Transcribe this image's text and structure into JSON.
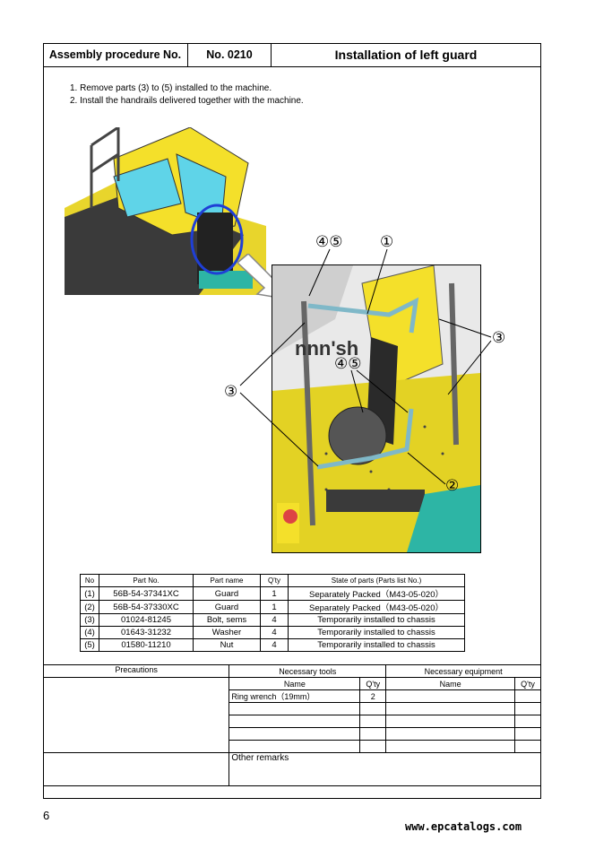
{
  "header": {
    "procedure_label": "Assembly procedure No.",
    "number": "No. 0210",
    "title": "Installation of left guard"
  },
  "steps": [
    "1. Remove parts (3) to (5) installed to the machine.",
    "2. Install the handrails delivered together with the machine."
  ],
  "callouts": {
    "c45_top": "④⑤",
    "c1": "①",
    "c3_left": "③",
    "c3_right": "③",
    "c45_mid": "④⑤",
    "c2": "②"
  },
  "illustration_text": "nnn'sh",
  "parts_table": {
    "headers": [
      "No",
      "Part No.",
      "Part name",
      "Q'ty",
      "State of parts (Parts list No.)"
    ],
    "rows": [
      [
        "(1)",
        "56B-54-37341XC",
        "Guard",
        "1",
        "Separately Packed（M43-05-020）"
      ],
      [
        "(2)",
        "56B-54-37330XC",
        "Guard",
        "1",
        "Separately Packed（M43-05-020）"
      ],
      [
        "(3)",
        "01024-81245",
        "Bolt, sems",
        "4",
        "Temporarily  installed to chassis"
      ],
      [
        "(4)",
        "01643-31232",
        "Washer",
        "4",
        "Temporarily  installed to chassis"
      ],
      [
        "(5)",
        "01580-11210",
        "Nut",
        "4",
        "Temporarily  installed to chassis"
      ]
    ]
  },
  "bottom": {
    "precautions": "Precautions",
    "tools": "Necessary tools",
    "equipment": "Necessary equipment",
    "name": "Name",
    "qty": "Q'ty",
    "tool_row_name": "Ring wrench（19mm）",
    "tool_row_qty": "2",
    "other_remarks": "Other remarks"
  },
  "page_number": "6",
  "watermark": "www.epcatalogs.com",
  "colors": {
    "machine_yellow": "#f4e02a",
    "guard_blue": "#7fb8c8",
    "circle_blue": "#1f3fd6"
  }
}
